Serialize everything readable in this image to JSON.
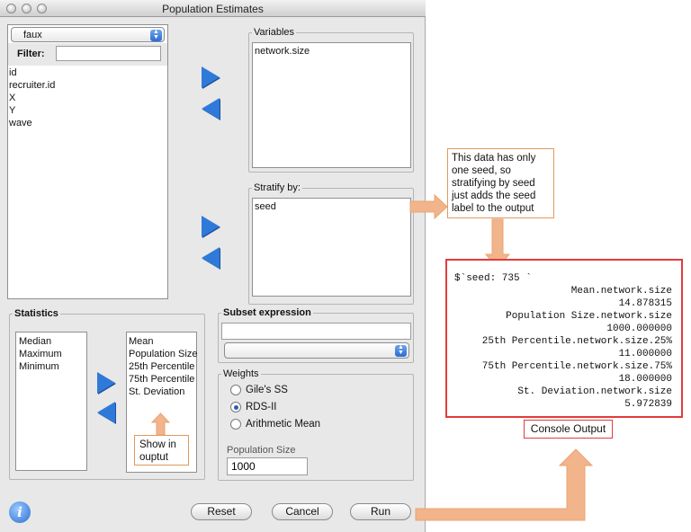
{
  "window": {
    "title": "Population Estimates"
  },
  "dataset": {
    "selected": "faux",
    "filter_label": "Filter:",
    "filter_value": ""
  },
  "variables_list": [
    "id",
    "recruiter.id",
    "X",
    "Y",
    "wave"
  ],
  "variables_box": {
    "label": "Variables",
    "items": [
      "network.size"
    ]
  },
  "stratify_box": {
    "label": "Stratify by:",
    "items": [
      "seed"
    ]
  },
  "statistics": {
    "label": "Statistics",
    "available": [
      "Median",
      "Maximum",
      "Minimum"
    ],
    "selected": [
      "Mean",
      "Population Size",
      "25th Percentile",
      "75th Percentile",
      "St. Deviation"
    ]
  },
  "subset": {
    "label": "Subset expression",
    "value": "",
    "dropdown": ""
  },
  "weights": {
    "label": "Weights",
    "options": [
      "Gile's SS",
      "RDS-II",
      "Arithmetic Mean"
    ],
    "selected": "RDS-II",
    "pop_size_label": "Population Size",
    "pop_size_value": "1000"
  },
  "buttons": {
    "reset": "Reset",
    "cancel": "Cancel",
    "run": "Run"
  },
  "annotations": {
    "stratify_note": "This data has only one seed, so stratifying by seed just adds the seed label to the output",
    "show_note": "Show in ouptut",
    "console_label": "Console Output"
  },
  "console": {
    "lines": [
      "$`seed: 735 `",
      "Mean.network.size",
      "14.878315",
      "Population Size.network.size",
      "1000.000000",
      "25th Percentile.network.size.25%",
      "11.000000",
      "75th Percentile.network.size.75%",
      "18.000000",
      "St. Deviation.network.size",
      "5.972839"
    ]
  },
  "colors": {
    "accent": "#2f7ad9",
    "annotation_arrow": "#f2b48a",
    "console_border": "#e33b3b"
  }
}
